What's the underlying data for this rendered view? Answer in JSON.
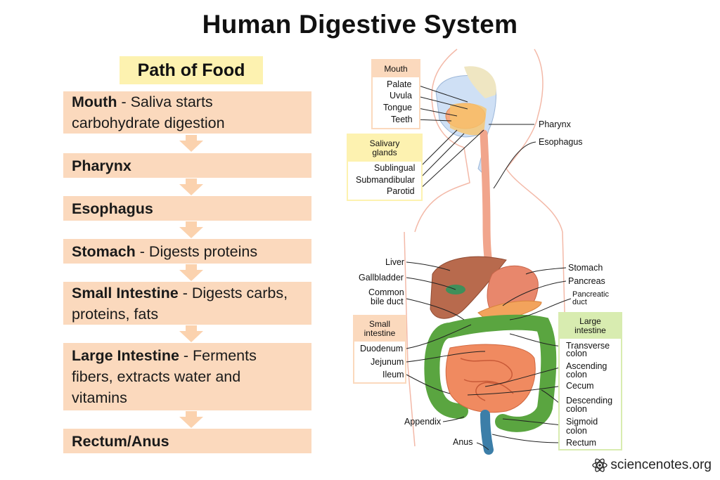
{
  "title": "Human Digestive System",
  "path_title": "Path of Food",
  "steps": [
    {
      "name": "Mouth",
      "desc": " - Saliva starts",
      "desc2": "carbohydrate digestion"
    },
    {
      "name": "Pharynx",
      "desc": "",
      "desc2": ""
    },
    {
      "name": "Esophagus",
      "desc": "",
      "desc2": ""
    },
    {
      "name": "Stomach",
      "desc": " - Digests proteins",
      "desc2": ""
    },
    {
      "name": "Small Intestine",
      "desc": " - Digests carbs,",
      "desc2": "proteins, fats"
    },
    {
      "name": "Large Intestine",
      "desc": " - Ferments",
      "desc2": "fibers, extracts water and",
      "desc3": "vitamins"
    },
    {
      "name": "Rectum/Anus",
      "desc": "",
      "desc2": ""
    }
  ],
  "mouth_box": {
    "heading": "Mouth",
    "items": [
      "Palate",
      "Uvula",
      "Tongue",
      "Teeth"
    ]
  },
  "salivary_box": {
    "heading1": "Salivary",
    "heading2": "glands",
    "items": [
      "Sublingual",
      "Submandibular",
      "Parotid"
    ]
  },
  "small_box": {
    "heading1": "Small",
    "heading2": "intestine",
    "items": [
      "Duodenum",
      "Jejunum",
      "Ileum"
    ]
  },
  "large_box": {
    "heading1": "Large",
    "heading2": "intestine",
    "items": [
      "Transverse",
      "colon",
      "Ascending",
      "colon",
      "Cecum",
      "Descending",
      "colon",
      "Sigmoid",
      "colon",
      "Rectum"
    ]
  },
  "labels": {
    "pharynx": "Pharynx",
    "esophagus": "Esophagus",
    "liver": "Liver",
    "gallbladder": "Gallbladder",
    "common1": "Common",
    "common2": "bile duct",
    "stomach": "Stomach",
    "pancreas": "Pancreas",
    "pduct1": "Pancreatic",
    "pduct2": "duct",
    "appendix": "Appendix",
    "anus": "Anus"
  },
  "watermark": "sciencenotes.org",
  "colors": {
    "step": "#fbd9bd",
    "arrow": "#fbd2ae",
    "path_title": "#fdf2b0",
    "mouth_box": "#fbd9bd",
    "salivary_box": "#fdf2b0",
    "large_box": "#d8ecb0"
  }
}
